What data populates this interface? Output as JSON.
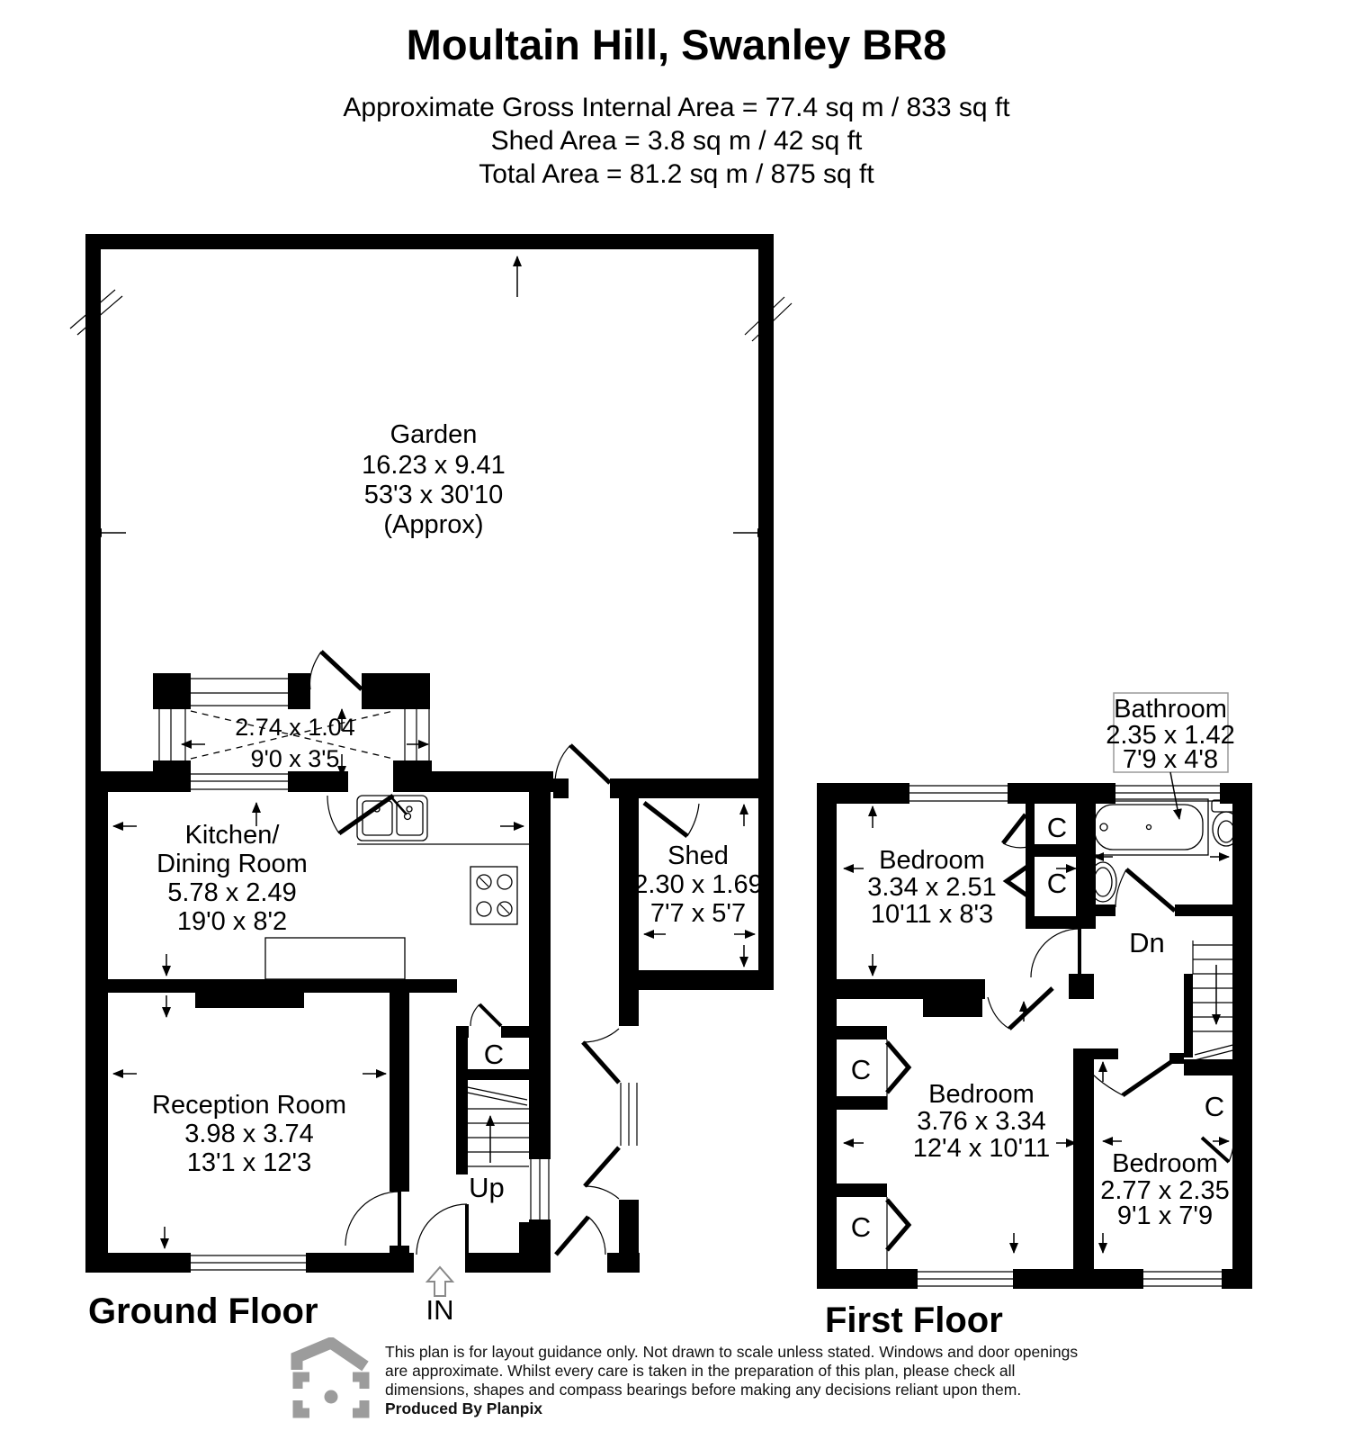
{
  "header": {
    "title": "Moultain Hill, Swanley BR8",
    "area_lines": [
      "Approximate Gross Internal Area = 77.4 sq m / 833 sq ft",
      "Shed Area =  3.8 sq m / 42 sq ft",
      "Total Area =  81.2 sq m / 875 sq ft"
    ]
  },
  "ground_floor": {
    "label": "Ground Floor",
    "garden": {
      "name": "Garden",
      "metric": "16.23 x 9.41",
      "imperial": "53'3 x 30'10",
      "note": "(Approx)"
    },
    "bay": {
      "metric": "2.74 x 1.04",
      "imperial": "9'0 x 3'5"
    },
    "kitchen": {
      "name_line1": "Kitchen/",
      "name_line2": "Dining Room",
      "metric": "5.78 x 2.49",
      "imperial": "19'0 x 8'2"
    },
    "reception": {
      "name": "Reception Room",
      "metric": "3.98 x 3.74",
      "imperial": "13'1 x 12'3"
    },
    "shed": {
      "name": "Shed",
      "metric": "2.30 x 1.69",
      "imperial": "7'7 x 5'7"
    },
    "closet": "C",
    "stairs": "Up",
    "entrance": "IN"
  },
  "first_floor": {
    "label": "First Floor",
    "bathroom": {
      "name": "Bathroom",
      "metric": "2.35 x 1.42",
      "imperial": "7'9 x 4'8"
    },
    "bedroom1": {
      "name": "Bedroom",
      "metric": "3.34 x 2.51",
      "imperial": "10'11 x 8'3"
    },
    "bedroom2": {
      "name": "Bedroom",
      "metric": "3.76 x 3.34",
      "imperial": "12'4 x 10'11"
    },
    "bedroom3": {
      "name": "Bedroom",
      "metric": "2.77 x 2.35",
      "imperial": "9'1 x 7'9"
    },
    "closet": "C",
    "stairs": "Dn"
  },
  "footer": {
    "disclaimer_lines": [
      "This plan is for layout guidance only. Not drawn to scale unless stated. Windows and door openings",
      "are approximate. Whilst every care is taken in the preparation of this plan, please check all",
      "dimensions, shapes and compass bearings before making any decisions reliant upon them."
    ],
    "credit": "Produced By Planpix"
  },
  "colors": {
    "wall": "#000000",
    "logo": "#9c9c9c"
  }
}
